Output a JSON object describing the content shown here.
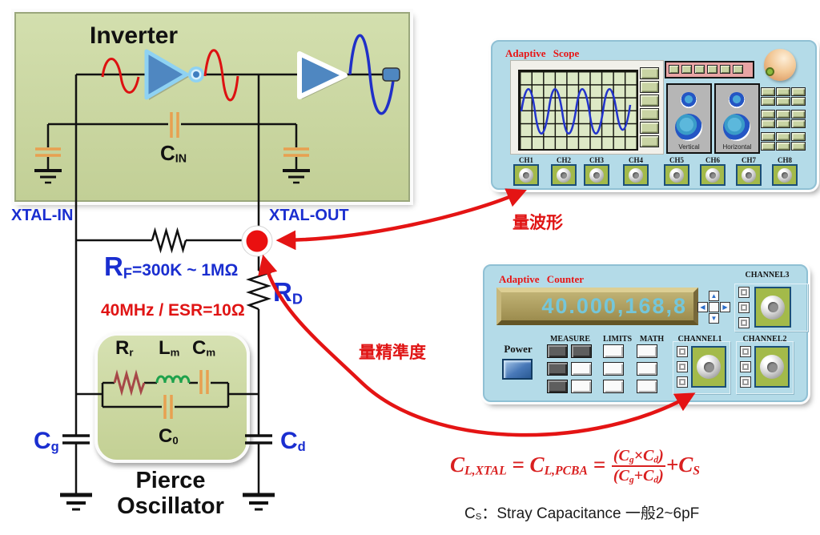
{
  "circuit": {
    "inverter_title": "Inverter",
    "cin_base": "C",
    "cin_sub": "IN",
    "xtal_in": "XTAL-IN",
    "xtal_out": "XTAL-OUT",
    "rf_base": "R",
    "rf_sub": "F",
    "rf_value": "=300K ~ 1MΩ",
    "rd_base": "R",
    "rd_sub": "D",
    "esr_note": "40MHz / ESR=10Ω",
    "rr_base": "R",
    "rr_sub": "r",
    "lm_base": "L",
    "lm_sub": "m",
    "cm_base": "C",
    "cm_sub": "m",
    "c0_base": "C",
    "c0_sub": "0",
    "pierce_line1": "Pierce",
    "pierce_line2": "Oscillator",
    "cg_base": "C",
    "cg_sub": "g",
    "cd_base": "C",
    "cd_sub": "d"
  },
  "scope": {
    "title": "Adaptive Scope",
    "vertical_label": "Vertical",
    "horizontal_label": "Horizontal",
    "channels": [
      "CH1",
      "CH2",
      "CH3",
      "CH4",
      "CH5",
      "CH6",
      "CH7",
      "CH8"
    ]
  },
  "counter": {
    "title": "Adaptive Counter",
    "display_value": "40.000,168,8",
    "power_label": "Power",
    "measure_label": "MEASURE",
    "limits_label": "LIMITS",
    "math_label": "MATH",
    "channel1_label": "CHANNEL1",
    "channel2_label": "CHANNEL2",
    "channel3_label": "CHANNEL3",
    "arrow_up": "▲",
    "arrow_down": "▼",
    "arrow_left": "◀",
    "arrow_right": "▶"
  },
  "annotations": {
    "measure_waveform": "量波形",
    "measure_accuracy": "量精準度"
  },
  "formula": {
    "term1_base": "C",
    "term1_sub": "L,XTAL",
    "eq1": " = ",
    "term2_base": "C",
    "term2_sub": "L,PCBA",
    "eq2": " = ",
    "num_open": "(C",
    "num_sub1": "g",
    "num_mid": "×C",
    "num_sub2": "d",
    "num_close": ")",
    "den_open": "(C",
    "den_sub1": "g",
    "den_mid": "+C",
    "den_sub2": "d",
    "den_close": ")",
    "plus": "+",
    "cs_base": "C",
    "cs_sub": "S"
  },
  "stray_note": {
    "base": "C",
    "sub": "S",
    "text": "：Stray Capacitance  一般2~6pF"
  },
  "colors": {
    "accent_red": "#e01414",
    "label_blue": "#1a2ed0",
    "panel_blue": "#b4dbe8",
    "box_green": "#cbd7a2",
    "display_gold": "#a89952",
    "digit_cyan": "#74c6da"
  }
}
